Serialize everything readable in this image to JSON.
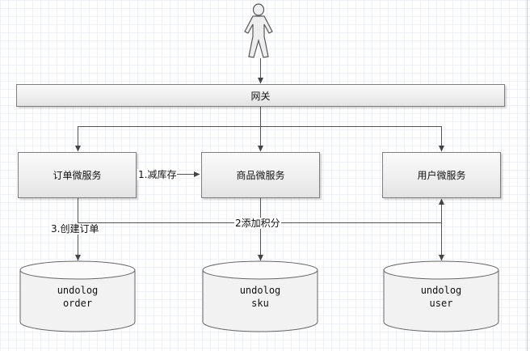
{
  "gateway": {
    "label": "网关"
  },
  "services": {
    "order": {
      "label": "订单微服务"
    },
    "product": {
      "label": "商品微服务"
    },
    "user": {
      "label": "用户微服务"
    }
  },
  "edges": {
    "reduce_stock": "1.减库存",
    "create_order": "3.创建订单",
    "add_points": "2添加积分"
  },
  "databases": {
    "order": {
      "line1": "undolog",
      "line2": "order"
    },
    "sku": {
      "line1": "undolog",
      "line2": "sku"
    },
    "user": {
      "line1": "undolog",
      "line2": "user"
    }
  }
}
